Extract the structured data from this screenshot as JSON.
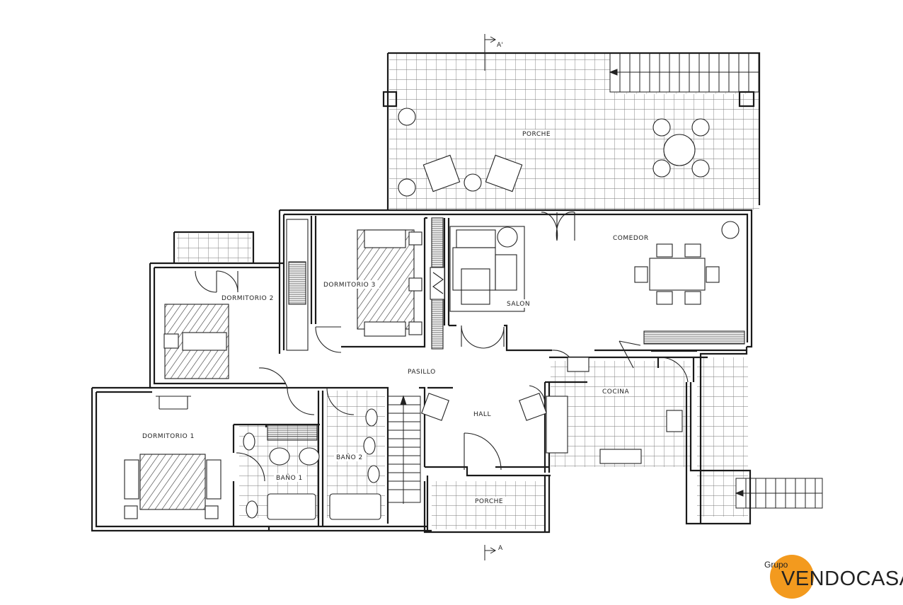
{
  "rooms": {
    "porche_top": "PORCHE",
    "comedor": "COMEDOR",
    "dormitorio3": "DORMITORIO 3",
    "salon": "SALON",
    "dormitorio2": "DORMITORIO 2",
    "pasillo": "PASILLO",
    "cocina": "COCINA",
    "hall": "HALL",
    "dormitorio1": "DORMITORIO 1",
    "bano2": "BAÑO 2",
    "bano1": "BAÑO 1",
    "porche_bottom": "PORCHE"
  },
  "section_marks": {
    "top": "A'",
    "bottom": "A"
  },
  "logo": {
    "small": "Grupo",
    "brand": "VENDOCASA",
    "color": "#f39a1e"
  },
  "colors": {
    "line": "#1a1a1a",
    "grid": "#6f6f6f"
  }
}
